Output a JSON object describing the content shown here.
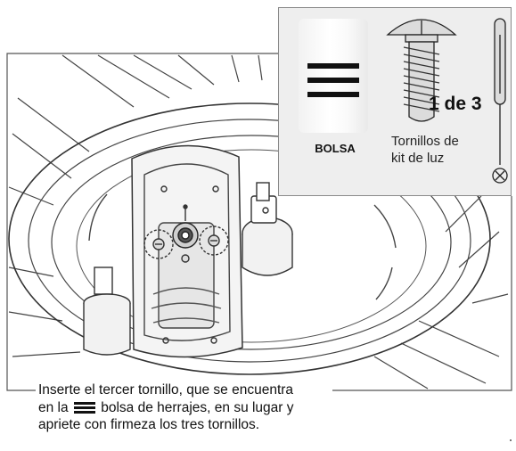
{
  "callout": {
    "bag_label": "BOLSA",
    "count_label": "1 de 3",
    "screw_label_line1": "Tornillos de",
    "screw_label_line2": "kit de luz",
    "bag_icon": "three-bar-bag-icon",
    "tool_icon": "phillips-screwdriver-icon"
  },
  "caption": {
    "line1": "Inserte el tercer tornillo, que se encuentra",
    "line2_before_icon": "en la",
    "line2_after_icon": "bolsa de herrajes, en su lugar y",
    "line3": "apriete con firmeza los tres tornillos.",
    "inline_icon": "three-bar-bag-icon"
  },
  "colors": {
    "line_art": "#333333",
    "callout_bg": "#eeeeee",
    "callout_border": "#8a8a8a",
    "metal_fill": "#dcdcdc"
  }
}
